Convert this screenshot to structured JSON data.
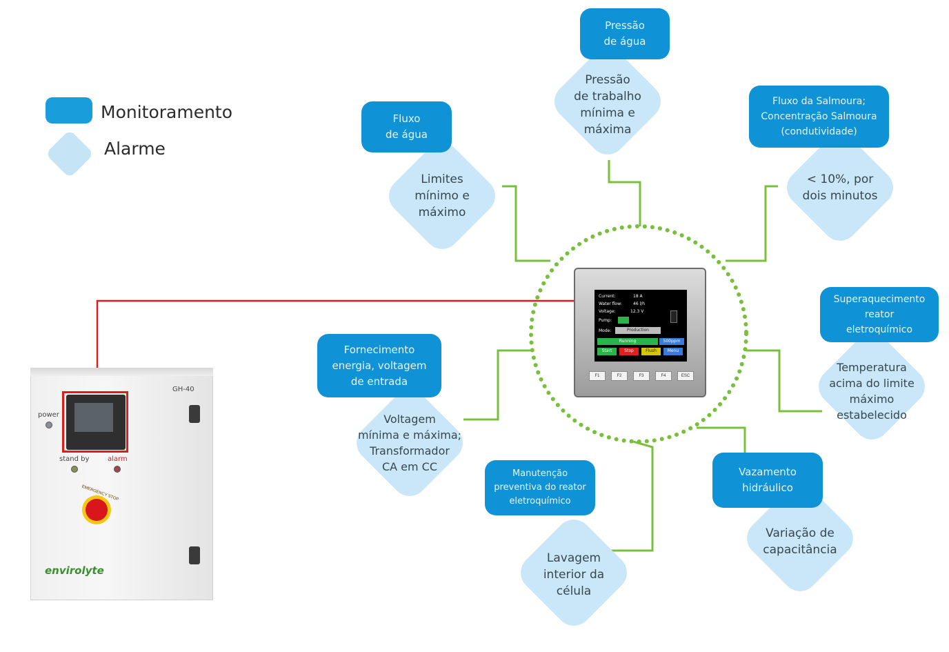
{
  "legend": {
    "monitoring": "Monitoramento",
    "alarm": "Alarme"
  },
  "nodes": {
    "pressure": {
      "monitor": "Pressão\nde água",
      "alarm": "Pressão\nde trabalho\nmínima e\nmáxima"
    },
    "water_flow": {
      "monitor": "Fluxo\nde água",
      "alarm": "Limites\nmínimo e\nmáximo"
    },
    "brine": {
      "monitor": "Fluxo da Salmoura;\nConcentração Salmoura\n(condutividade)",
      "alarm": "< 10%, por\ndois minutos"
    },
    "power_supply": {
      "monitor": "Fornecimento\nenergia, voltagem\nde entrada",
      "alarm": "Voltagem\nmínima e máxima;\nTransformador\nCA em CC"
    },
    "overheat": {
      "monitor": "Superaquecimento\nreator\neletroquímico",
      "alarm": "Temperatura\nacima do limite\nmáximo\nestabelecido"
    },
    "maintenance": {
      "monitor": "Manutenção\npreventiva do reator\neletroquímico",
      "alarm": "Lavagem\ninterior da\ncélula"
    },
    "leak": {
      "monitor": "Vazamento\nhidráulico",
      "alarm": "Variação de\ncapacitância"
    }
  },
  "controller": {
    "rows": [
      {
        "label": "Current:",
        "value": "18 A"
      },
      {
        "label": "Water flow:",
        "value": "46 l/h"
      },
      {
        "label": "Voltage:",
        "value": "12.3 V"
      },
      {
        "label": "Pump:",
        "value": ""
      },
      {
        "label": "Mode:",
        "value": "Production"
      }
    ],
    "status": "Running",
    "ppm": "500ppm",
    "buttons": [
      "Start",
      "Stop",
      "Flush",
      "Menu"
    ],
    "fkeys": [
      "F1",
      "F2",
      "F3",
      "F4",
      "ESC"
    ]
  },
  "cabinet": {
    "model": "GH-40",
    "power": "power",
    "stand_by": "stand by",
    "alarm": "alarm",
    "emergency": "EMERGENCY STOP",
    "brand": "envirolyte"
  },
  "colors": {
    "monitor_box": "#0f93d6",
    "alarm_diamond": "#c9e7f8",
    "connector": "#78c03c",
    "highlight": "#e11a1a"
  }
}
